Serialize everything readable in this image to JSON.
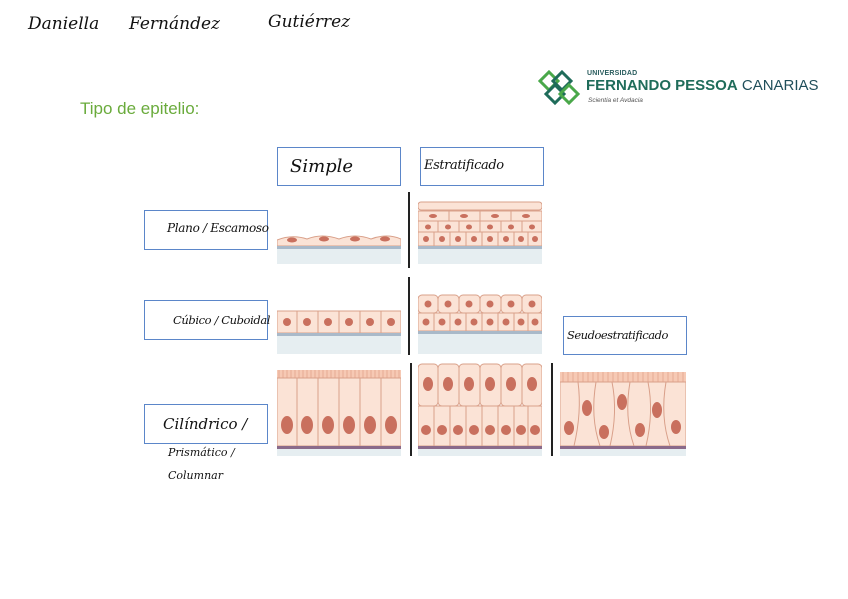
{
  "handwritten_name": {
    "first": "Daniella",
    "middle": "Fernández",
    "last": "Gutiérrez"
  },
  "title": "Tipo de epitelio:",
  "logo": {
    "line1": "UNIVERSIDAD",
    "line2_bold": "FERNANDO PESSOA",
    "line2_light": "CANARIAS",
    "line3": "Scientia et Avdacia",
    "colors": {
      "teal": "#1f6c5a",
      "green": "#4aa84a",
      "dark": "#1f4e5a"
    }
  },
  "columns": {
    "simple": "Simple",
    "stratified": "Estratificado"
  },
  "rows": {
    "flat": "Plano / Escamoso",
    "cubic": "Cúbico / Cuboidal",
    "cylindric_line1": "Cilíndrico /",
    "cylindric_line2": "Prismático /",
    "cylindric_line3": "Columnar"
  },
  "pseudo": "Seudoestratificado",
  "colors": {
    "cell_fill": "#fbe3d6",
    "cell_stroke": "#d9a08a",
    "nucleus": "#c9705e",
    "basement": "#b9c9cf",
    "box_border": "#5b86c9"
  }
}
